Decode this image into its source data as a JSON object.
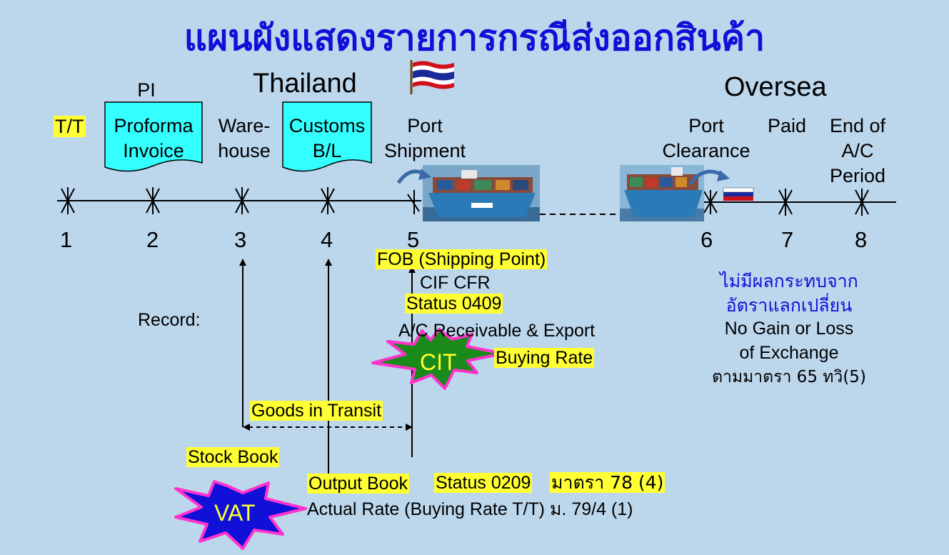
{
  "title": "แผนผังแสดงรายการกรณีส่งออกสินค้า",
  "regions": {
    "left": "Thailand",
    "right": "Oversea"
  },
  "steps": [
    {
      "num": "1",
      "label": "T/T"
    },
    {
      "num": "2",
      "label_top": "PI",
      "doc_line1": "Proforma",
      "doc_line2": "Invoice"
    },
    {
      "num": "3",
      "line1": "Ware-",
      "line2": "house"
    },
    {
      "num": "4",
      "doc_line1": "Customs",
      "doc_line2": "B/L"
    },
    {
      "num": "5",
      "line1": "Port",
      "line2": "Shipment"
    },
    {
      "num": "6",
      "line1": "Port",
      "line2": "Clearance"
    },
    {
      "num": "7",
      "line1": "Paid"
    },
    {
      "num": "8",
      "line1": "End of",
      "line2": "A/C",
      "line3": "Period"
    }
  ],
  "record_label": "Record:",
  "point5": {
    "fob": "FOB (Shipping Point)",
    "cif": "CIF CFR",
    "status": "Status 0409",
    "receivable": "A/C Receivable & Export",
    "cit": "CIT",
    "buying_rate": "Buying Rate"
  },
  "transit": "Goods in Transit",
  "stock_book": "Stock Book",
  "vat": {
    "star": "VAT",
    "output_book": "Output Book",
    "status": "Status 0209",
    "section": "มาตรา 78 (4)",
    "actual_rate": "Actual Rate (Buying Rate T/T) ม. 79/4 (1)"
  },
  "oversea_note": {
    "thai1": "ไม่มีผลกระทบจาก",
    "thai2": "อัตราแลกเปลี่ยน",
    "eng1": "No Gain or Loss",
    "eng2": "of Exchange",
    "section": "ตามมาตรา 65 ทวิ(5)"
  },
  "colors": {
    "background": "#bcd6ec",
    "title": "#1010d8",
    "highlight": "#ffff33",
    "document": "#33ffff",
    "cit_star": "#1a8a1a",
    "vat_star": "#1010d8",
    "star_border": "#ff33cc"
  },
  "icons": [
    "thai-flag-icon",
    "ship-icon",
    "curved-arrow-icon",
    "flag-icon"
  ]
}
